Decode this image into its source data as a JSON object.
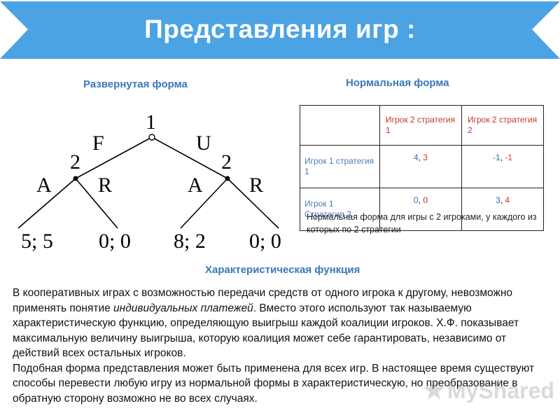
{
  "header": {
    "title": "Представления  игр :",
    "color": "#4ba3e3"
  },
  "extensive": {
    "title": "Развернутая форма",
    "root_label": "1",
    "left_branch": "F",
    "right_branch": "U",
    "left_player": "2",
    "right_player": "2",
    "left_a": "A",
    "left_r": "R",
    "right_a": "A",
    "right_r": "R",
    "payoffs": [
      "5; 5",
      "0; 0",
      "8; 2",
      "0; 0"
    ]
  },
  "normal": {
    "title": "Нормальная форма",
    "col_headers": [
      "Игрок 2 стратегия 1",
      "Игрок 2 стратегия 2"
    ],
    "rows": [
      {
        "label": "Игрок 1 стратегия 1",
        "cells": [
          {
            "a": "4",
            "b": "3"
          },
          {
            "a": "-1",
            "b": "-1"
          }
        ]
      },
      {
        "label": "Игрок 1 Стратегия 2",
        "cells": [
          {
            "a": "0",
            "b": "0"
          },
          {
            "a": "3",
            "b": "4"
          }
        ]
      }
    ],
    "separator": ", ",
    "caption": "Нормальная форма для игры с 2 игроками, у каждого из которых по 2 стратегии"
  },
  "characteristic": {
    "title": "Характеристическая функция",
    "p1_before": "В кооперативных играх с возможностью передачи средств от одного игрока к другому, невозможно применять понятие ",
    "p1_em": "индивидуальных платежей",
    "p1_after": ". Вместо этого используют так называемую характеристическую функцию, определяющую выигрыш каждой  коалиции игроков. Х.Ф. показывает максимальную величину выигрыша, которую коалиция может себе гарантировать, независимо от действий всех остальных игроков.",
    "p2": "Подобная форма представления может быть применена для всех игр. В настоящее время существуют способы перевести любую игру из нормальной формы в характеристическую, но преобразование в обратную сторону возможно не во всех случаях."
  },
  "watermark": {
    "text": "MyShared"
  }
}
